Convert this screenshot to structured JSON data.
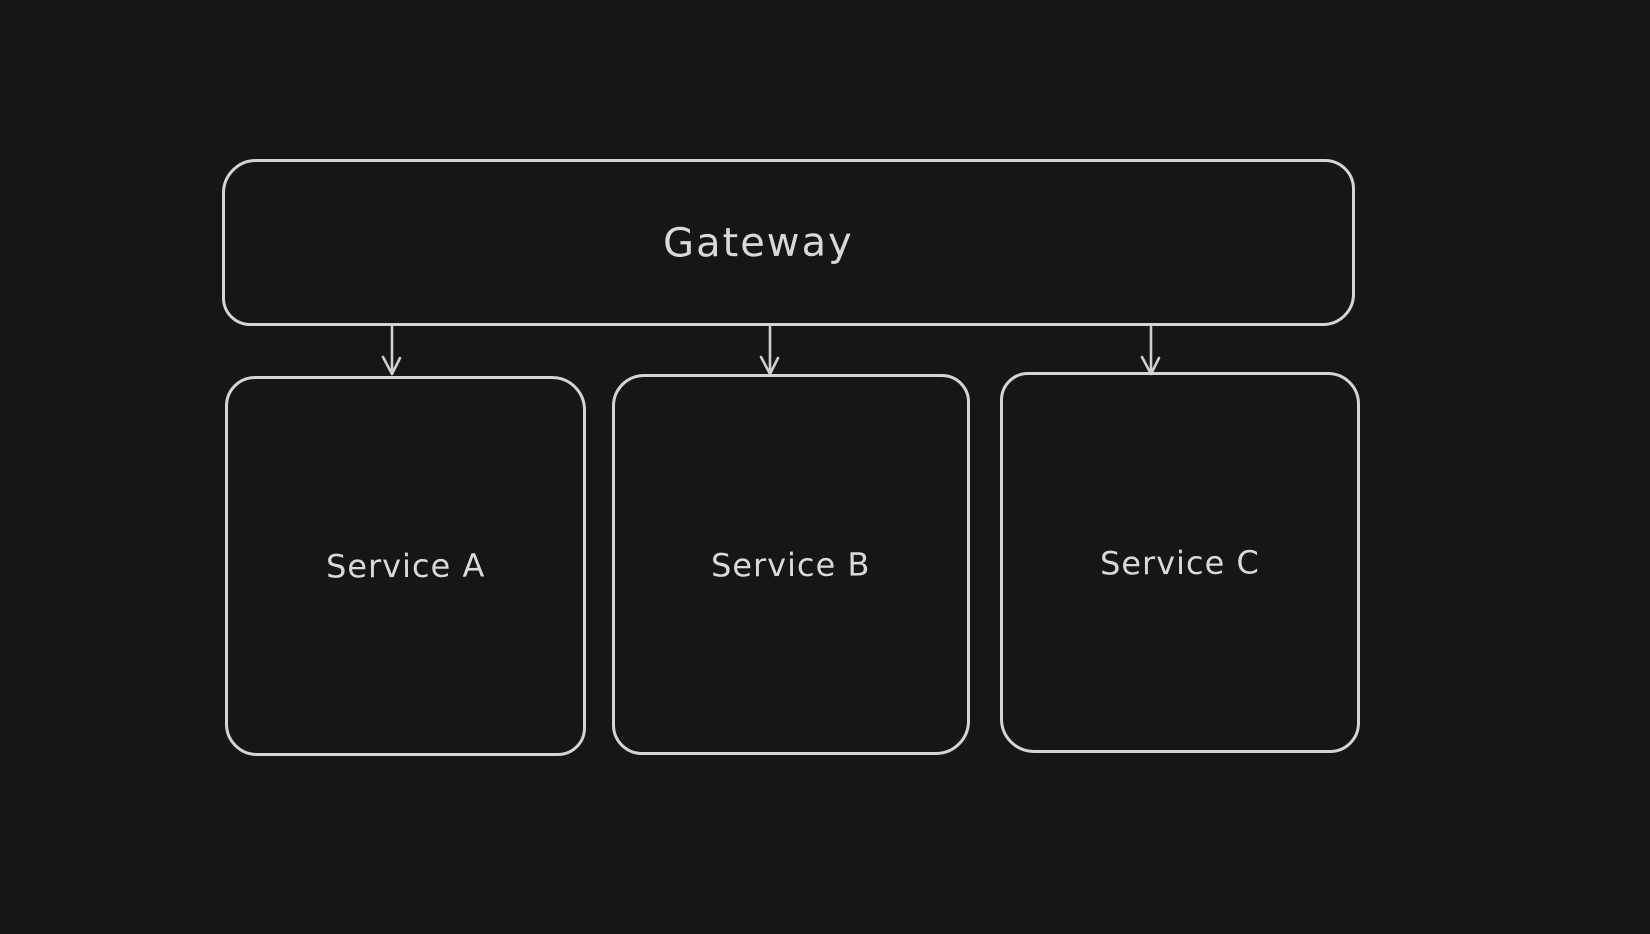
{
  "colors": {
    "background": "#161616",
    "node_stroke": "#d4d4d4",
    "arrow_stroke": "#cfcfcf",
    "text": "#d9d9d9"
  },
  "nodes": {
    "gateway": {
      "label": "Gateway"
    },
    "service_a": {
      "label": "Service A"
    },
    "service_b": {
      "label": "Service B"
    },
    "service_c": {
      "label": "Service C"
    }
  },
  "edges": [
    {
      "from": "Gateway",
      "to": "Service A",
      "type": "arrow"
    },
    {
      "from": "Gateway",
      "to": "Service B",
      "type": "arrow"
    },
    {
      "from": "Gateway",
      "to": "Service C",
      "type": "arrow"
    }
  ]
}
